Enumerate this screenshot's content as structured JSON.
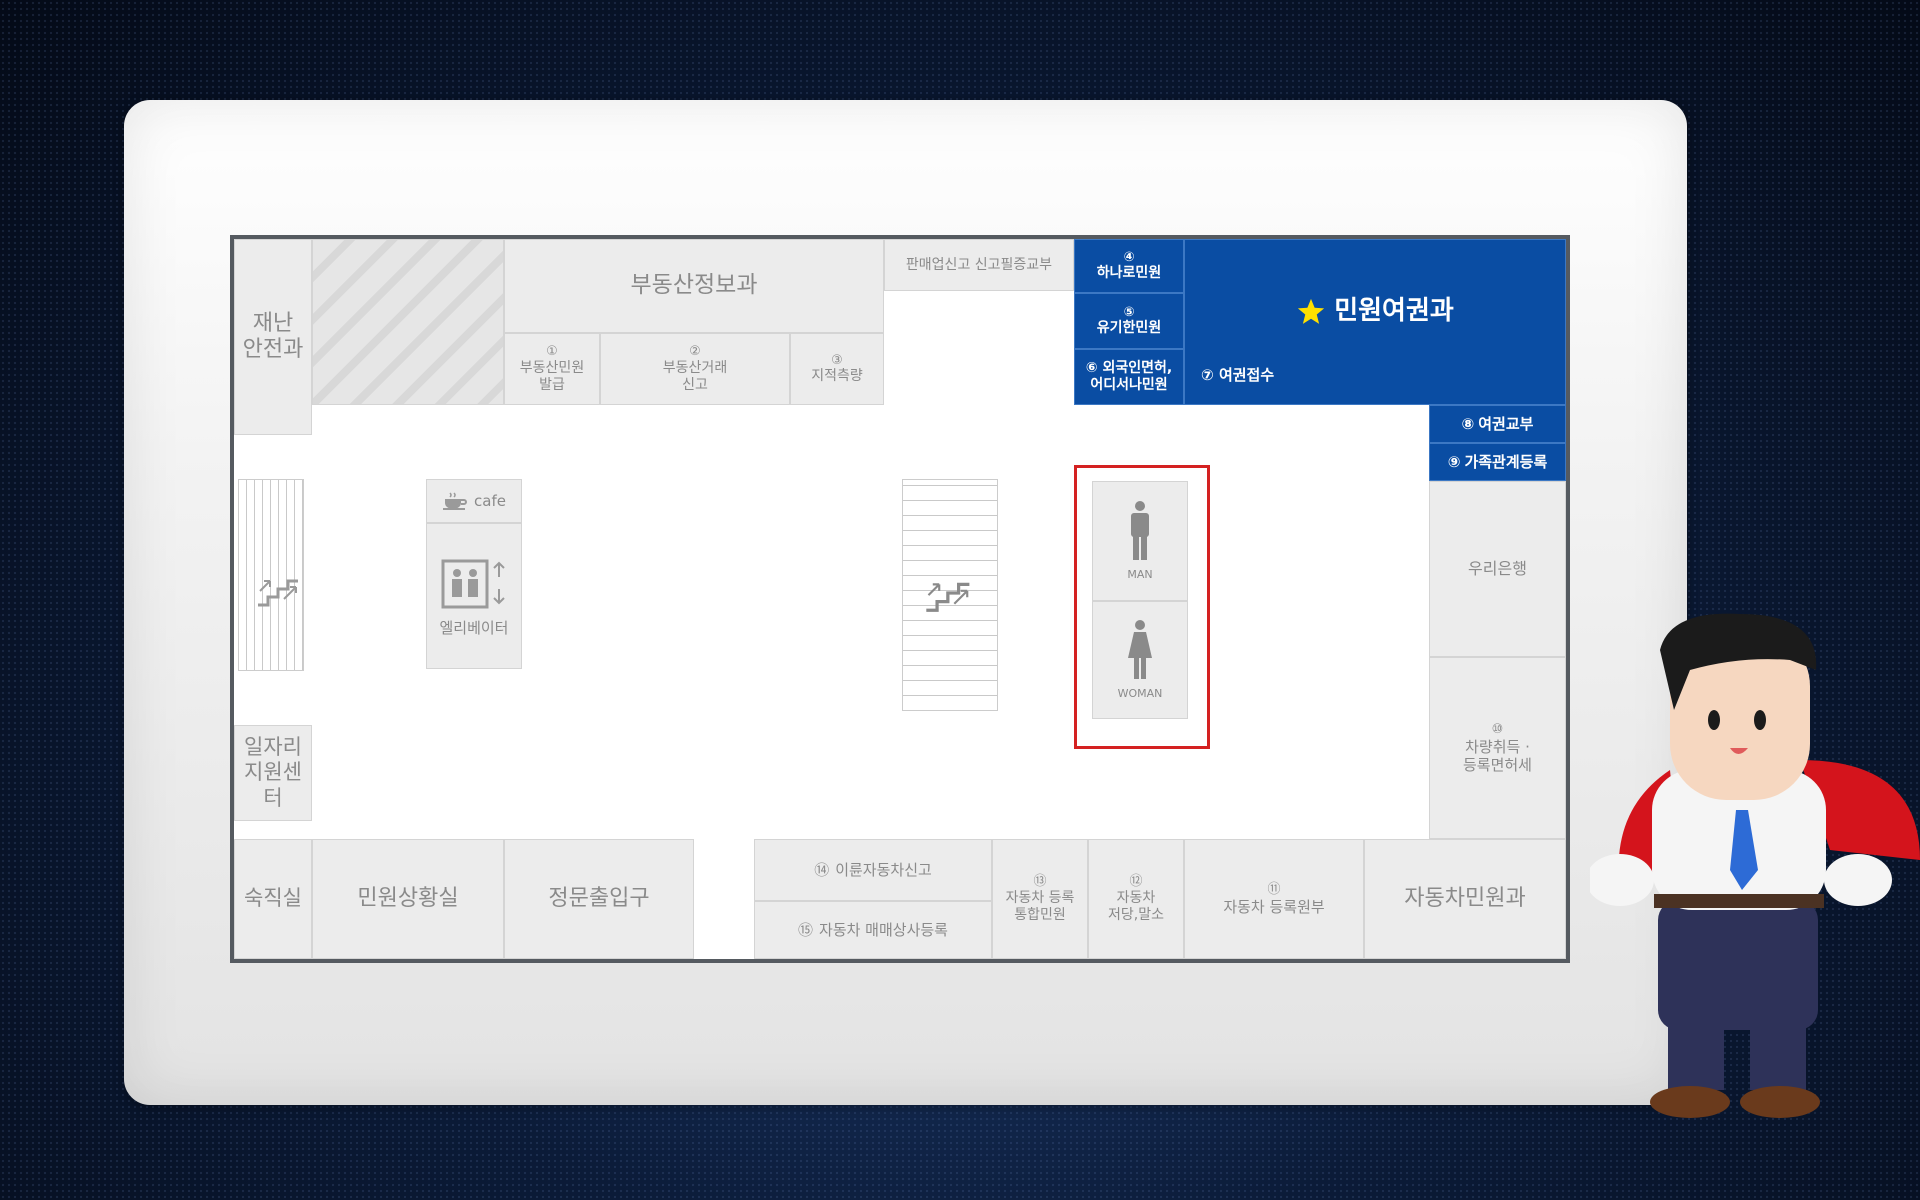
{
  "rooms": {
    "disaster": "재난\n안전과",
    "realestate_info": "부동산정보과",
    "re_issue": {
      "num": "①",
      "label": "부동산민원\n발급"
    },
    "re_trade": {
      "num": "②",
      "label": "부동산거래\n신고"
    },
    "survey": {
      "num": "③",
      "label": "지적측량"
    },
    "sales_report": "판매업신고 신고필증교부",
    "hanaro": {
      "num": "④",
      "label": "하나로민원"
    },
    "yugihan": {
      "num": "⑤",
      "label": "유기한민원"
    },
    "foreign": {
      "num": "⑥",
      "label": "외국인면허,\n어디서나민원"
    },
    "passport_dept": "민원여권과",
    "passport_recv": {
      "num": "⑦",
      "label": "여권접수"
    },
    "passport_issue": {
      "num": "⑧",
      "label": "여권교부"
    },
    "family": {
      "num": "⑨",
      "label": "가족관계등록"
    },
    "bank": "우리은행",
    "vehicle_tax": {
      "num": "⑩",
      "label": "차량취득 ·\n등록면허세"
    },
    "cafe": "cafe",
    "elevator": "엘리베이터",
    "restroom_man": "MAN",
    "restroom_woman": "WOMAN",
    "jobs": "일자리\n지원센터",
    "night": "숙직실",
    "status_room": "민원상황실",
    "main_entrance": "정문출입구",
    "move_report": {
      "num": "⑭",
      "label": "이륜자동차신고"
    },
    "dealer_reg": {
      "num": "⑮",
      "label": "자동차 매매상사등록"
    },
    "integrated": {
      "num": "⑬",
      "label": "자동차 등록\n통합민원"
    },
    "mortgage": {
      "num": "⑫",
      "label": "자동차\n저당,말소"
    },
    "reg_book": {
      "num": "⑪",
      "label": "자동차 등록원부"
    },
    "vehicle_dept": "자동차민원과"
  },
  "colors": {
    "highlight": "#d42121",
    "blue": "#0a4da3",
    "star": "#ffe000"
  },
  "icons": [
    "star-icon",
    "coffee-icon",
    "elevator-icon",
    "stairs-icon",
    "man-icon",
    "woman-icon",
    "mascot-figure"
  ]
}
